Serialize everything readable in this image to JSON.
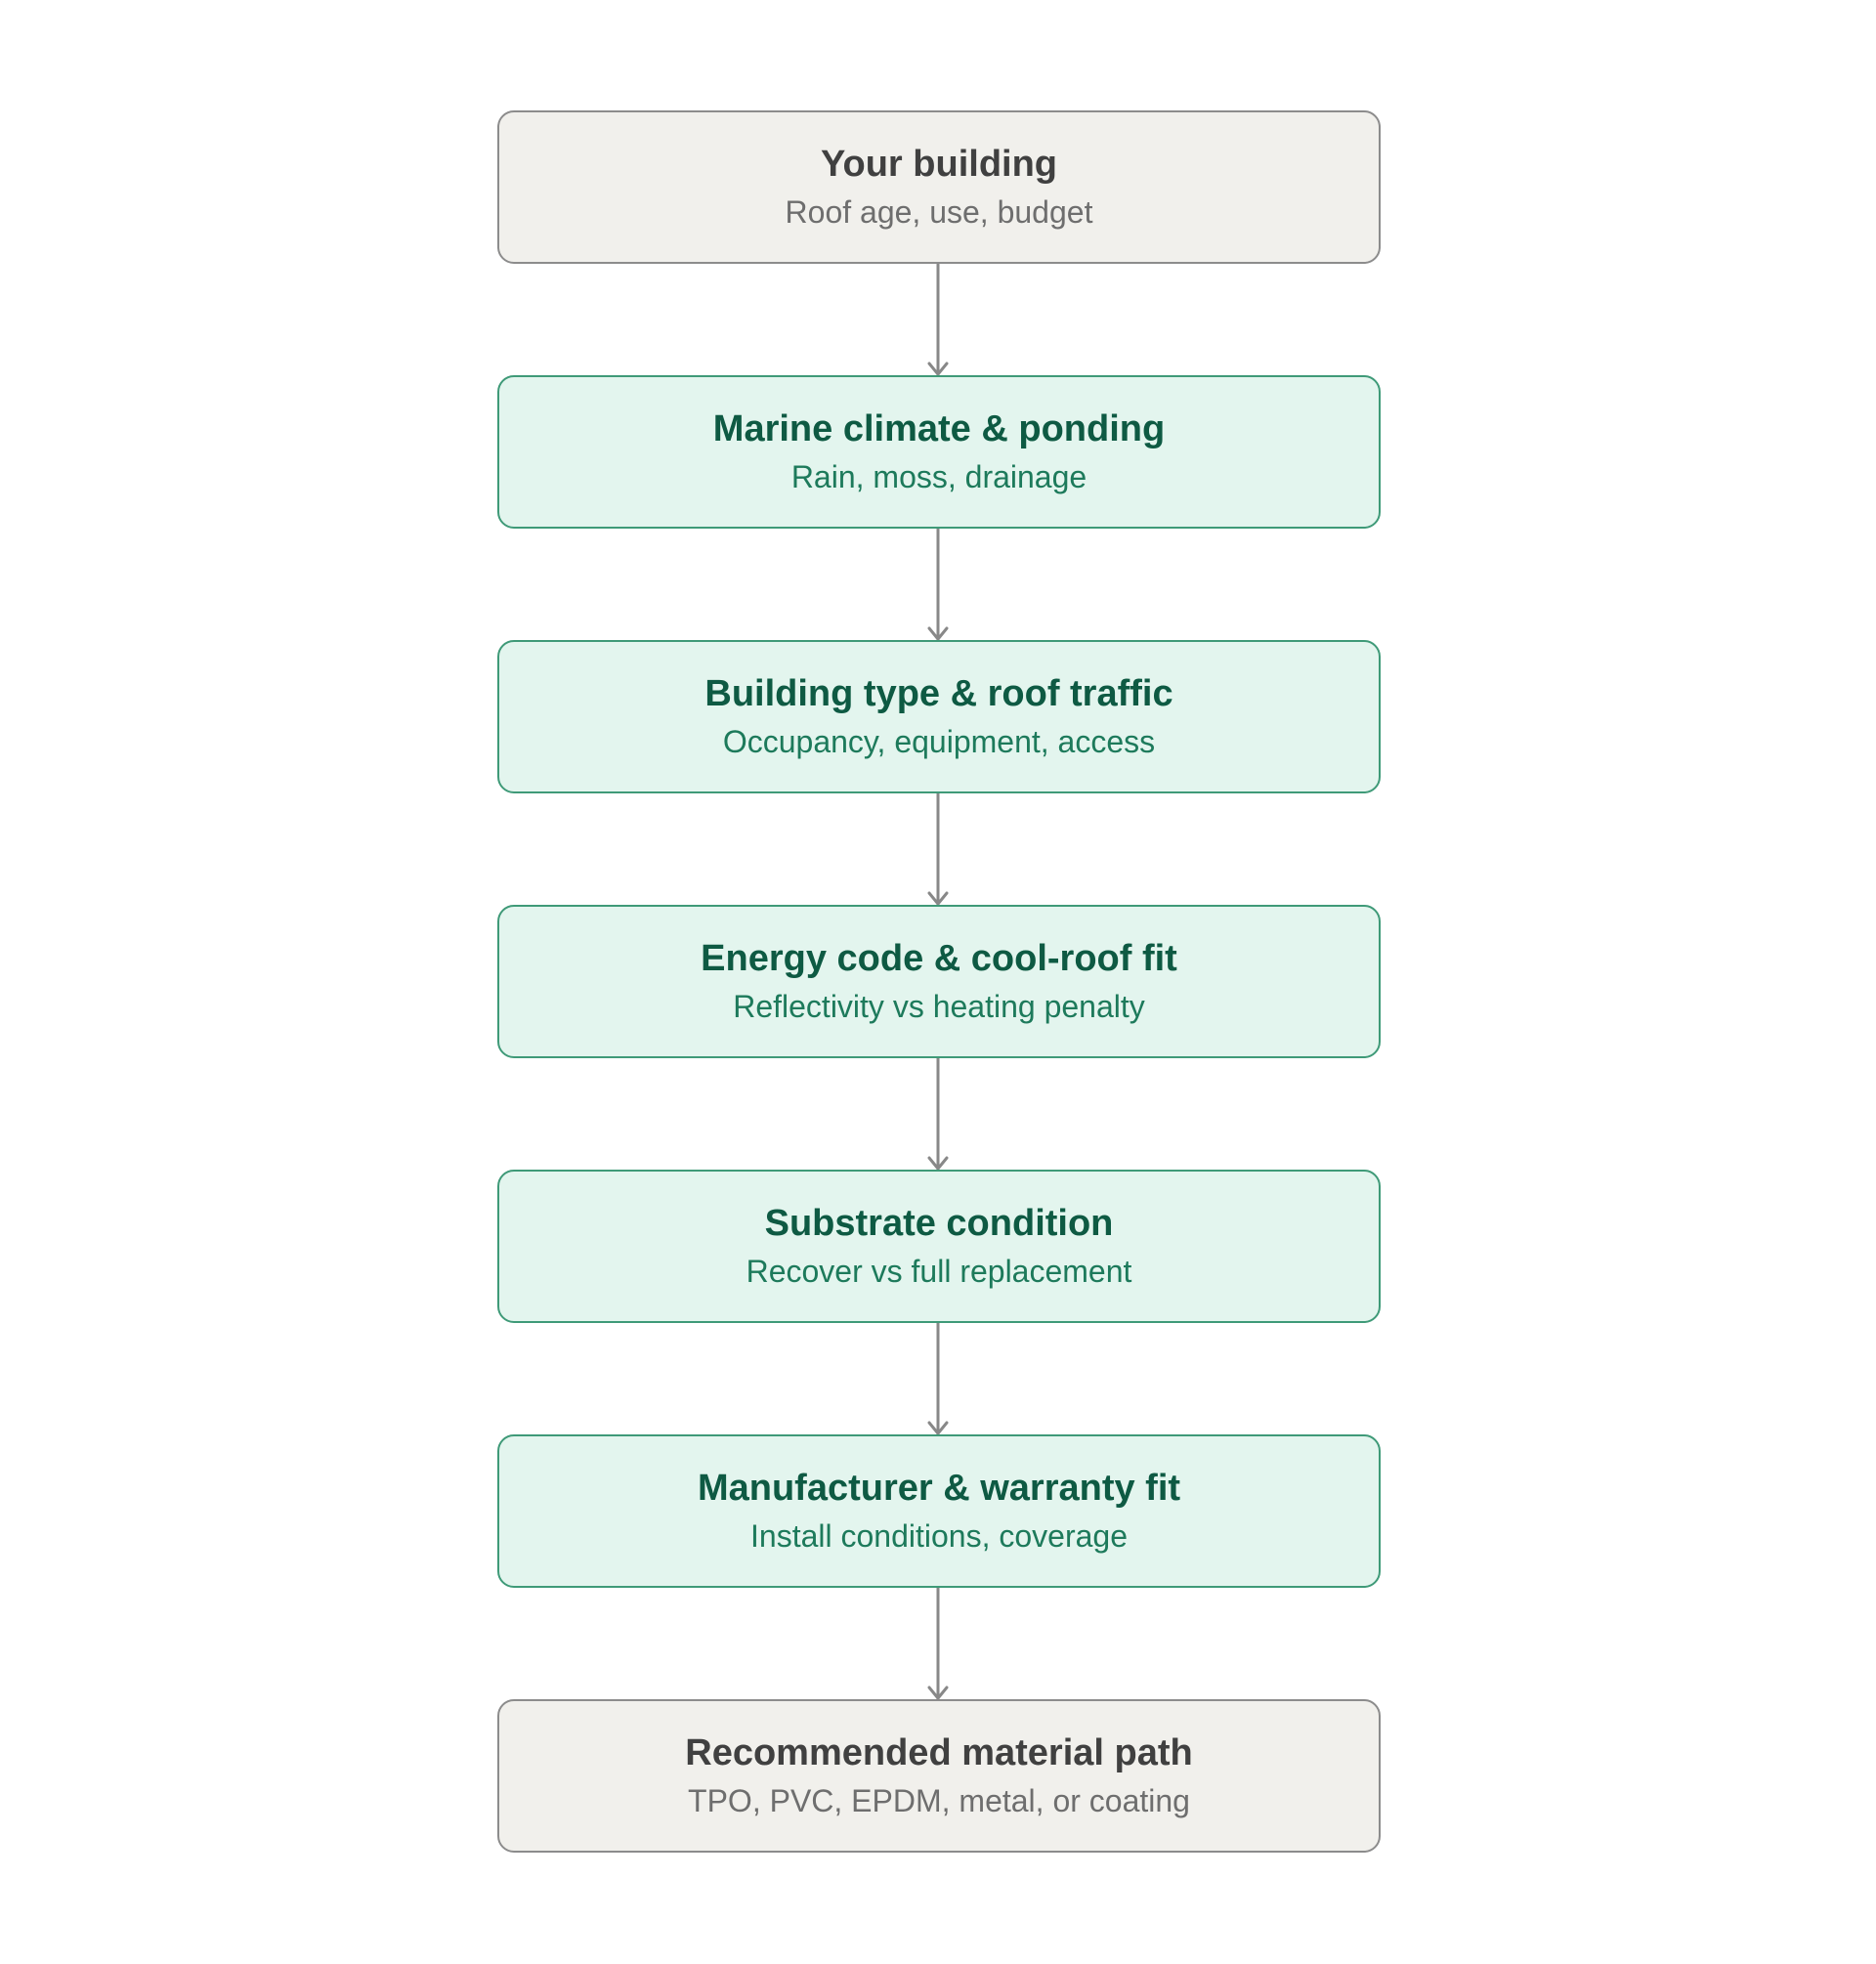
{
  "flow": {
    "steps": [
      {
        "title": "Your building",
        "subtitle": "Roof age, use, budget",
        "style": "neutral"
      },
      {
        "title": "Marine climate & ponding",
        "subtitle": "Rain, moss, drainage",
        "style": "accent"
      },
      {
        "title": "Building type & roof traffic",
        "subtitle": "Occupancy, equipment, access",
        "style": "accent"
      },
      {
        "title": "Energy code & cool-roof fit",
        "subtitle": "Reflectivity vs heating penalty",
        "style": "accent"
      },
      {
        "title": "Substrate condition",
        "subtitle": "Recover vs full replacement",
        "style": "accent"
      },
      {
        "title": "Manufacturer & warranty fit",
        "subtitle": "Install conditions, coverage",
        "style": "accent"
      },
      {
        "title": "Recommended material path",
        "subtitle": "TPO, PVC, EPDM, metal, or coating",
        "style": "neutral"
      }
    ]
  },
  "colors": {
    "neutral_fill": "#f1f0ec",
    "neutral_border": "#8c8c8c",
    "accent_fill": "#e3f5ee",
    "accent_border": "#3f9a78",
    "accent_title": "#0e5a43",
    "accent_subtitle": "#1d7a5b",
    "connector": "#888888"
  }
}
